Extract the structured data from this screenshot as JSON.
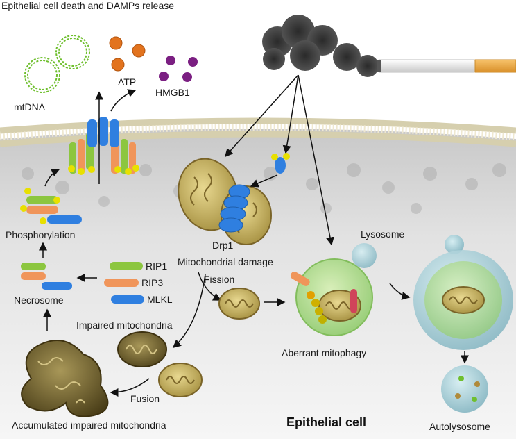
{
  "title": "Epithelial cell death and DAMPs release",
  "labels": {
    "mtdna": "mtDNA",
    "atp": "ATP",
    "hmgb1": "HMGB1",
    "phosphorylation": "Phosphorylation",
    "necrosome": "Necrosome",
    "rip1": "RIP1",
    "rip3": "RIP3",
    "mlkl": "MLKL",
    "drp1": "Drp1",
    "mito_damage": "Mitochondrial damage",
    "fission": "Fission",
    "impaired": "Impaired mitochondria",
    "fusion": "Fusion",
    "accumulated": "Accumulated impaired mitochondria",
    "epithelial_cell": "Epithelial cell",
    "lysosome": "Lysosome",
    "aberrant": "Aberrant mitophagy",
    "autolysosome": "Autolysosome"
  },
  "colors": {
    "rip1": "#8cc63f",
    "rip3": "#f0955a",
    "mlkl": "#2f7fe0",
    "phosphate": "#e8e000",
    "atp": "#e2731e",
    "hmgb1": "#7b1f82",
    "mtdna": "#6fbf2e",
    "mito_fill": "#c9b46a",
    "mito_dark": "#6e5a1e",
    "lysosome": "#a9cfd6",
    "phagophore": "#a6dc7a"
  }
}
